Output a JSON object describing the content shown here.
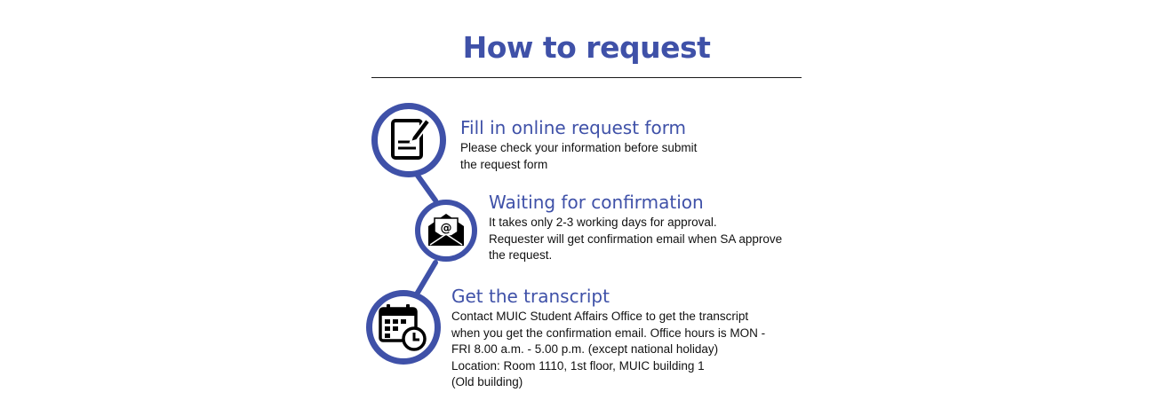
{
  "title": "How to request",
  "colors": {
    "accent": "#3f51a8",
    "icon_ring": "#3f51a8",
    "text": "#111111",
    "rule": "#1a1a1a"
  },
  "steps": [
    {
      "title": "Fill in online request form",
      "icon": "pencil-paper-icon",
      "lines": [
        "Please check your information before submit",
        "the request form"
      ]
    },
    {
      "title": "Waiting for confirmation",
      "icon": "envelope-at-icon",
      "lines": [
        "It takes only 2-3 working days for approval.",
        "Requester will get confirmation email when SA approve",
        "the request."
      ]
    },
    {
      "title": "Get the transcript",
      "icon": "calendar-clock-icon",
      "lines": [
        "Contact MUIC Student Affairs Office to get the transcript",
        "when you get the confirmation email. Office hours is MON -",
        "FRI 8.00 a.m. - 5.00 p.m. (except national holiday)",
        "Location: Room 1110, 1st floor, MUIC building 1",
        "(Old building)"
      ]
    }
  ]
}
